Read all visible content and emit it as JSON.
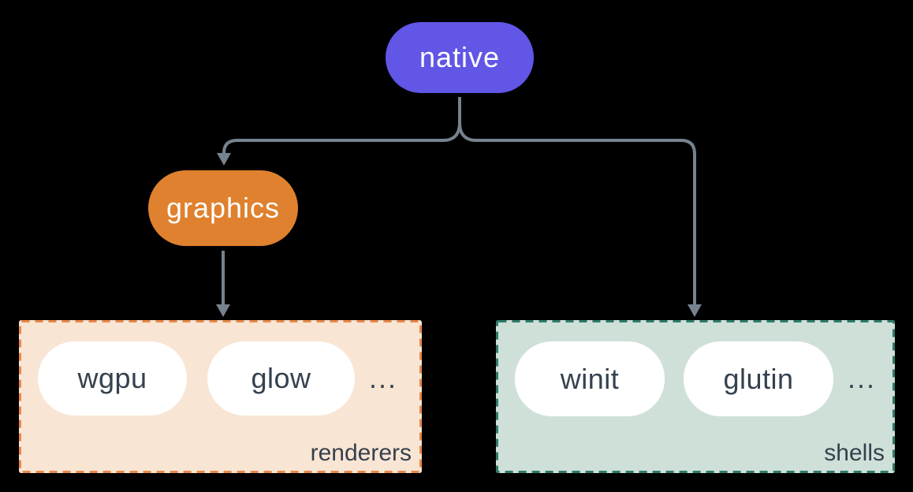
{
  "colors": {
    "background": "#000000",
    "connector": "#76828E",
    "native_fill": "#6156E6",
    "graphics_fill": "#DF812E",
    "node_text": "#FFFFFF",
    "item_fill": "#FFFFFF",
    "item_text": "#35414E",
    "renderers_bg": "#F9E5D3",
    "renderers_border": "#E9894A",
    "shells_bg": "#CFE0D8",
    "shells_border": "#2E7C6A"
  },
  "nodes": {
    "native": {
      "label": "native"
    },
    "graphics": {
      "label": "graphics"
    }
  },
  "groups": {
    "renderers": {
      "label": "renderers",
      "items": [
        "wgpu",
        "glow"
      ],
      "ellipsis": "..."
    },
    "shells": {
      "label": "shells",
      "items": [
        "winit",
        "glutin"
      ],
      "ellipsis": "..."
    }
  },
  "edges": [
    {
      "from": "native",
      "to": "graphics"
    },
    {
      "from": "native",
      "to": "shells"
    },
    {
      "from": "graphics",
      "to": "renderers"
    }
  ]
}
